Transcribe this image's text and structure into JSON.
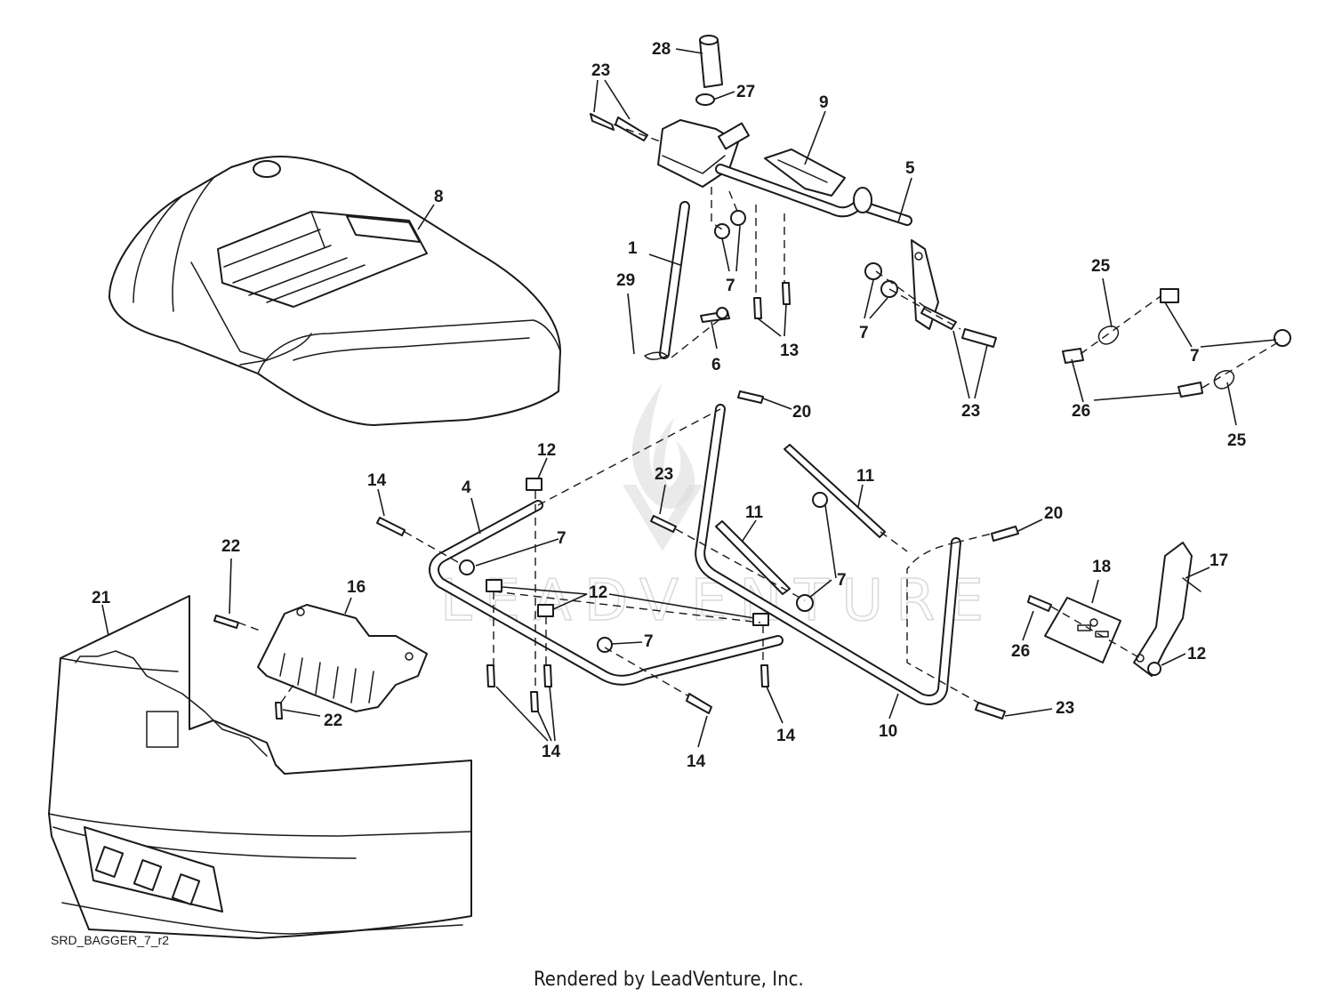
{
  "diagram": {
    "drawing_code": "SRD_BAGGER_7_r2",
    "footer": "Rendered by LeadVenture, Inc.",
    "watermark_text": "LEADVENTURE",
    "colors": {
      "ink": "#1a1a1a",
      "paper": "#ffffff",
      "watermark": "#d8d8d8"
    },
    "callouts": {
      "c28": "28",
      "c27": "27",
      "c23a": "23",
      "c9": "9",
      "c8": "8",
      "c5": "5",
      "c1": "1",
      "c29": "29",
      "c7a": "7",
      "c13": "13",
      "c6": "6",
      "c7b": "7",
      "c23b": "23",
      "c25a": "25",
      "c7c": "7",
      "c26a": "26",
      "c25b": "25",
      "c20a": "20",
      "c12a": "12",
      "c4": "4",
      "c14a": "14",
      "c23c": "23",
      "c11a": "11",
      "c11b": "11",
      "c7d": "7",
      "c12b": "12",
      "c7e": "7",
      "c7f": "7",
      "c20b": "20",
      "c22a": "22",
      "c16": "16",
      "c21": "21",
      "c22b": "22",
      "c14b": "14",
      "c14c": "14",
      "c14d": "14",
      "c10": "10",
      "c18": "18",
      "c17": "17",
      "c26b": "26",
      "c12c": "12",
      "c23d": "23"
    }
  }
}
